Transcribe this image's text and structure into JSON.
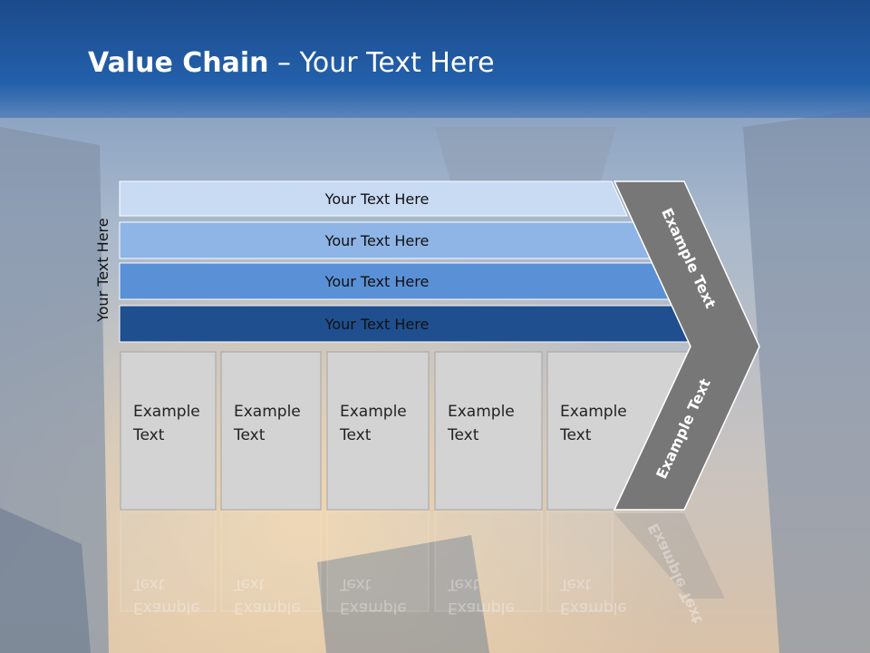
{
  "slide": {
    "title_bold": "Value Chain",
    "title_rest": " – Your Text Here",
    "side_label": "Your Text Here"
  },
  "bands": [
    {
      "label": "Your Text Here",
      "color": "#c9daf3"
    },
    {
      "label": "Your Text Here",
      "color": "#8fb4e6"
    },
    {
      "label": "Your Text Here",
      "color": "#5a90d6"
    },
    {
      "label": "Your Text Here",
      "color": "#1f4f8e"
    }
  ],
  "boxes": [
    {
      "line1": "Example",
      "line2": "Text"
    },
    {
      "line1": "Example",
      "line2": "Text"
    },
    {
      "line1": "Example",
      "line2": "Text"
    },
    {
      "line1": "Example",
      "line2": "Text"
    },
    {
      "line1": "Example",
      "line2": "Text"
    }
  ],
  "chevron": {
    "upper_label": "Example Text",
    "lower_label": "Example Text",
    "color": "#777777"
  },
  "colors": {
    "header": "#2360ab",
    "box_fill": "#d3d3d3",
    "box_stroke": "#a5a5a5"
  }
}
